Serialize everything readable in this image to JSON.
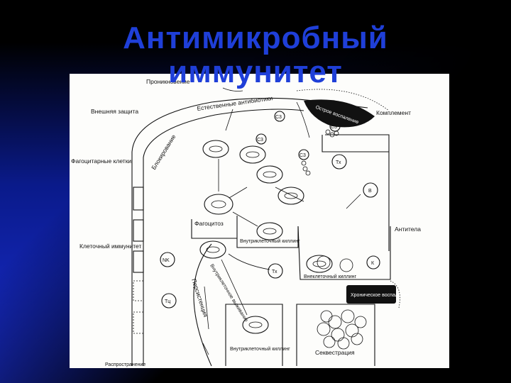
{
  "title": {
    "line1": "Антимикробный",
    "line2": "иммунитет"
  },
  "labels": {
    "penetration": "Проникновение",
    "natural_antibiotics": "Естественные антибиотики",
    "acute_inflammation": "Острое воспаление",
    "complement": "Комплемент",
    "outer_defense": "Внешняя защита",
    "blocking": "Блокирование",
    "phagocytes": "Фагоцитарные клетки",
    "phagocytosis": "Фагоцитоз",
    "intracellular_killing_1": "Внутриклеточный киллинг",
    "antibodies": "Антитела",
    "cellular_immunity": "Клеточный иммунитет",
    "extracellular_killing": "Внеклеточный киллинг",
    "chronic_inflammation": "Хроническое воспаление",
    "intracellular_survival": "Внутриклеточное выживание",
    "persistence": "Персистенция",
    "intracellular_killing_2": "Внутриклеточный киллинг",
    "sequestration": "Секвестрация",
    "spread": "Распространение",
    "c3a": "C3",
    "c3b": "C3",
    "c3c": "C3",
    "c3d": "C3",
    "nk": "NK",
    "tc": "Тц",
    "tx1": "Тх",
    "tx2": "Тх",
    "b": "В",
    "k": "К"
  }
}
